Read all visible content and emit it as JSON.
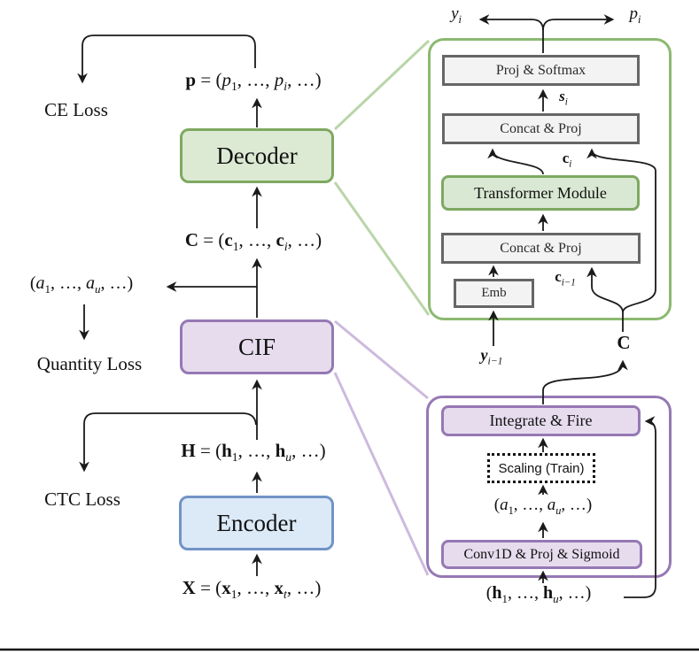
{
  "pipeline": {
    "ce_loss": "CE Loss",
    "quantity_loss": "Quantity Loss",
    "ctc_loss": "CTC Loss",
    "decoder": "Decoder",
    "cif": "CIF",
    "encoder": "Encoder"
  },
  "decoder_detail": {
    "proj_softmax": "Proj & Softmax",
    "concat_proj_upper": "Concat & Proj",
    "transformer_module": "Transformer Module",
    "concat_proj_lower": "Concat & Proj",
    "emb": "Emb"
  },
  "cif_detail": {
    "integrate_fire": "Integrate & Fire",
    "scaling": "Scaling (Train)",
    "conv_proj_sigmoid": "Conv1D & Proj & Sigmoid"
  },
  "math": {
    "p_eq": [
      [
        "p",
        "b"
      ],
      [
        " = ("
      ],
      [
        "p",
        "t"
      ],
      [
        "1",
        "s"
      ],
      [
        ", …, "
      ],
      [
        "p",
        "t"
      ],
      [
        "i",
        "ts"
      ],
      [
        ", …)"
      ]
    ],
    "c_eq": [
      [
        "C",
        "b"
      ],
      [
        " = ("
      ],
      [
        "c",
        "b"
      ],
      [
        "1",
        "s"
      ],
      [
        ", …, "
      ],
      [
        "c",
        "b"
      ],
      [
        "i",
        "ts"
      ],
      [
        ", …)"
      ]
    ],
    "a_tuple": [
      [
        "("
      ],
      [
        "a",
        "t"
      ],
      [
        "1",
        "s"
      ],
      [
        ", …, "
      ],
      [
        "a",
        "t"
      ],
      [
        "u",
        "ts"
      ],
      [
        ", …)"
      ]
    ],
    "h_eq": [
      [
        "H",
        "b"
      ],
      [
        " = ("
      ],
      [
        "h",
        "b"
      ],
      [
        "1",
        "s"
      ],
      [
        ", …, "
      ],
      [
        "h",
        "b"
      ],
      [
        "u",
        "ts"
      ],
      [
        ", …)"
      ]
    ],
    "x_eq": [
      [
        "X",
        "b"
      ],
      [
        " = ("
      ],
      [
        "x",
        "b"
      ],
      [
        "1",
        "s"
      ],
      [
        ", …, "
      ],
      [
        "x",
        "b"
      ],
      [
        "t",
        "ts"
      ],
      [
        ", …)"
      ]
    ],
    "y_i": [
      [
        "y",
        "t"
      ],
      [
        "i",
        "ts"
      ]
    ],
    "p_i": [
      [
        "p",
        "t"
      ],
      [
        "i",
        "ts"
      ]
    ],
    "s_i": [
      [
        "s",
        "bt"
      ],
      [
        "i",
        "ts"
      ]
    ],
    "c_i": [
      [
        "c",
        "b"
      ],
      [
        "i",
        "ts"
      ]
    ],
    "c_prev": [
      [
        "c",
        "b"
      ],
      [
        "i−1",
        "ts"
      ]
    ],
    "y_prev": [
      [
        "y",
        "bt"
      ],
      [
        "i−1",
        "ts"
      ]
    ],
    "c_in": [
      [
        "C",
        "b"
      ]
    ],
    "a_tuple_detail": [
      [
        "("
      ],
      [
        "a",
        "t"
      ],
      [
        "1",
        "s"
      ],
      [
        ", …, "
      ],
      [
        "a",
        "t"
      ],
      [
        "u",
        "ts"
      ],
      [
        ", …)"
      ]
    ],
    "h_tuple_detail": [
      [
        "("
      ],
      [
        "h",
        "b"
      ],
      [
        "1",
        "s"
      ],
      [
        ", …, "
      ],
      [
        "h",
        "b"
      ],
      [
        "u",
        "ts"
      ],
      [
        ", …)"
      ]
    ]
  },
  "colors": {
    "green_fill": "#dcead3",
    "green_border": "#7ea961",
    "panel_green_border": "#8bb971",
    "purple_fill": "#e6dcee",
    "purple_border": "#9678b4",
    "blue_fill": "#dce9f7",
    "blue_border": "#7294c6",
    "gray_fill": "#f3f3f3",
    "gray_border": "#666666",
    "connector_green": "#b9d5a9",
    "connector_purple": "#cdbade",
    "line": "#1a1a1a"
  }
}
